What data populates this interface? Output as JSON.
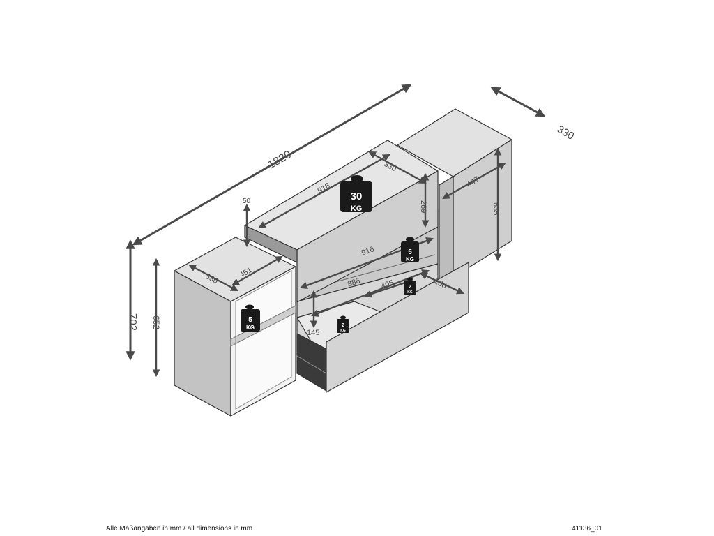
{
  "dimensions": {
    "overall_width": "1820",
    "depth": "330",
    "overall_height": "702",
    "side_height": "652",
    "side_depth": "330",
    "side_width": "451",
    "top_thickness": "50",
    "top_width": "918",
    "top_depth": "330",
    "top_box_height": "269",
    "right_width": "447",
    "right_height": "635",
    "middle_width": "916",
    "drawer_width": "886",
    "drawer_inner_depth": "405",
    "drawer_depth": "288",
    "drawer_height": "145"
  },
  "weights": {
    "top": {
      "value": "30",
      "unit": "KG"
    },
    "shelf_right": {
      "value": "5",
      "unit": "KG"
    },
    "shelf_left": {
      "value": "5",
      "unit": "KG"
    },
    "drawer_back": {
      "value": "2",
      "unit": "KG"
    },
    "drawer_front": {
      "value": "2",
      "unit": "KG"
    }
  },
  "footer": {
    "note": "Alle Maßangaben in mm / all dimensions in mm",
    "code": "41136_01"
  },
  "colors": {
    "panel_top": "#e4e4e4",
    "panel_front": "#d2d2d2",
    "panel_side": "#bdbdbd",
    "edge": "#555555",
    "arrow": "#4a4a4a",
    "weight": "#1a1a1a"
  }
}
